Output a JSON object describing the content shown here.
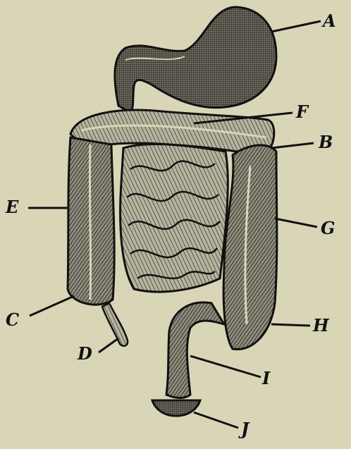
{
  "figure": {
    "background_color": "#d9d6b8",
    "ink_color": "#111111",
    "labels": [
      {
        "id": "A",
        "text": "A"
      },
      {
        "id": "B",
        "text": "B"
      },
      {
        "id": "C",
        "text": "C"
      },
      {
        "id": "D",
        "text": "D"
      },
      {
        "id": "E",
        "text": "E"
      },
      {
        "id": "F",
        "text": "F"
      },
      {
        "id": "G",
        "text": "G"
      },
      {
        "id": "H",
        "text": "H"
      },
      {
        "id": "I",
        "text": "I"
      },
      {
        "id": "J",
        "text": "J"
      }
    ]
  }
}
